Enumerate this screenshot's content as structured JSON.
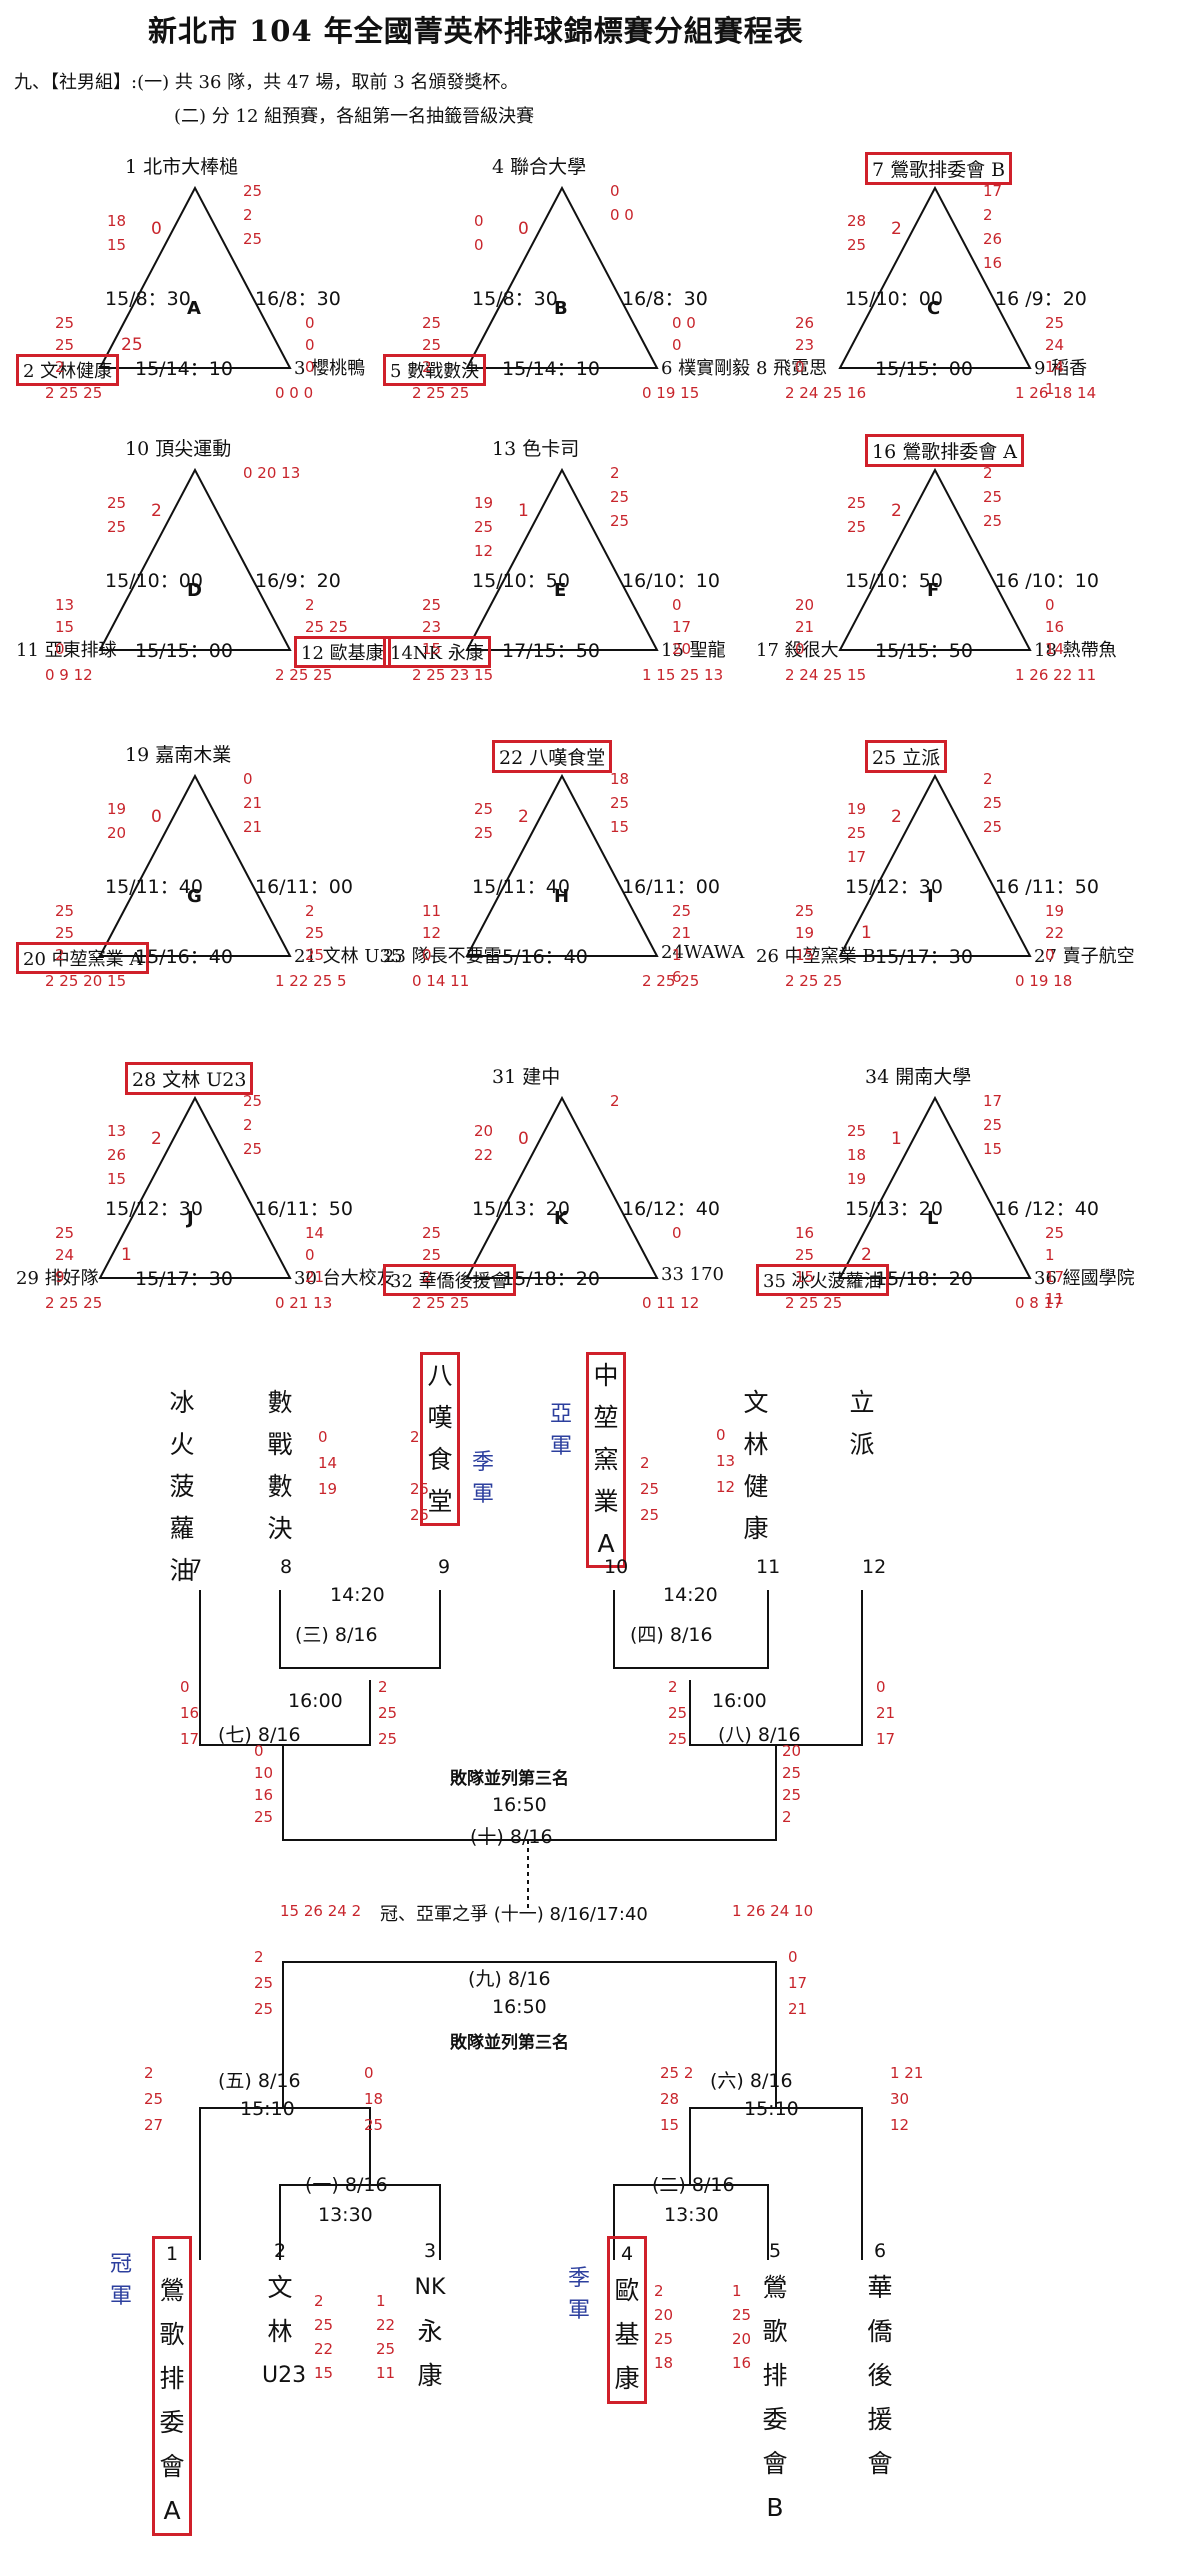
{
  "header": {
    "title": "新北市 104 年全國菁英杯排球錦標賽分組賽程表",
    "line1": "九、【社男組】:(一) 共 36 隊，共 47 場，取前 3 名頒發獎杯。",
    "line2": "(二) 分 12 組預賽，各組第一名抽籤晉級決賽"
  },
  "groups": [
    {
      "letter": "A",
      "top": "1 北市大棒槌",
      "left": "2 文林健康",
      "right": "3 櫻桃鴨",
      "tl": "15/8：30",
      "tr": "16/8：30",
      "bottom": "15/14：10",
      "s_tl": [
        "18",
        "15"
      ],
      "s_tl2": "0",
      "s_tr": [
        "25",
        "2",
        "25"
      ],
      "s_lb": [
        "25",
        "25",
        "2"
      ],
      "s_rb": [
        "0",
        "0",
        "0"
      ],
      "s_bl": "2 25 25",
      "s_br": "0 0 0",
      "s_l2": "25"
    },
    {
      "letter": "B",
      "top": "4 聯合大學",
      "left": "5 數戰數決",
      "right": "6 樸實剛毅",
      "tl": "15/8：30",
      "tr": "16/8：30",
      "bottom": "15/14：10",
      "s_tl": [
        "0",
        "0"
      ],
      "s_tl2": "0",
      "s_tr": [
        "0",
        "0 0"
      ],
      "s_lb": [
        "25",
        "25",
        "2"
      ],
      "s_rb": [
        "0 0",
        "0"
      ],
      "s_bl": "2 25 25",
      "s_br": "0 19 15",
      "s_l2": ""
    },
    {
      "letter": "C",
      "top": "7 鶯歌排委會 B",
      "left": "8 飛霓思",
      "right": "9 稻香",
      "tl": "15/10：00",
      "tr": "16 /9：20",
      "bottom": "15/15：00",
      "s_tl": [
        "28",
        "25"
      ],
      "s_tl2": "2",
      "s_tr": [
        "17",
        "2",
        "26",
        "16"
      ],
      "s_lb": [
        "26",
        "23",
        "0"
      ],
      "s_rb": [
        "25",
        "24",
        "14",
        "1"
      ],
      "s_bl": "2 24 25 16",
      "s_br": "1 26 18 14",
      "s_l2": ""
    },
    {
      "letter": "D",
      "top": "10 頂尖運動",
      "left": "11 亞東排球",
      "right": "12 歐基康",
      "tl": "15/10：00",
      "tr": "16/9：20",
      "bottom": "15/15：00",
      "s_tl": [
        "25",
        "25"
      ],
      "s_tl2": "2",
      "s_tr": [
        "0 20 13"
      ],
      "s_lb": [
        "13",
        "15",
        "0"
      ],
      "s_rb": [
        "2",
        "25 25"
      ],
      "s_bl": "0 9 12",
      "s_br": "2 25 25",
      "s_l2": ""
    },
    {
      "letter": "E",
      "top": "13 色卡司",
      "left": "14NK 永康",
      "right": "15 聖龍",
      "tl": "15/10：50",
      "tr": "16/10：10",
      "bottom": "17/15：50",
      "s_tl": [
        "19",
        "25",
        "12"
      ],
      "s_tl2": "1",
      "s_tr": [
        "2",
        "25",
        "25"
      ],
      "s_lb": [
        "25",
        "23",
        "15"
      ],
      "s_rb": [
        "0",
        "17",
        "20"
      ],
      "s_bl": "2 25 23 15",
      "s_br": "1 15 25 13",
      "s_l2": ""
    },
    {
      "letter": "F",
      "top": "16 鶯歌排委會 A",
      "left": "17 殺很大",
      "right": "18 熱帶魚",
      "tl": "15/10：50",
      "tr": "16 /10：10",
      "bottom": "15/15：50",
      "s_tl": [
        "25",
        "25"
      ],
      "s_tl2": "2",
      "s_tr": [
        "2",
        "25",
        "25"
      ],
      "s_lb": [
        "20",
        "21",
        "0"
      ],
      "s_rb": [
        "0",
        "16",
        "14"
      ],
      "s_bl": "2 24 25 15",
      "s_br": "1 26 22 11",
      "s_l2": ""
    },
    {
      "letter": "G",
      "top": "19 嘉南木業",
      "left": "20 中堃窯業 A",
      "right": "21 文林 U35",
      "tl": "15/11：40",
      "tr": "16/11：00",
      "bottom": "15/16：40",
      "s_tl": [
        "19",
        "20"
      ],
      "s_tl2": "0",
      "s_tr": [
        "0",
        "21",
        "21"
      ],
      "s_lb": [
        "25",
        "25",
        "2"
      ],
      "s_rb": [
        "2",
        "25",
        "25"
      ],
      "s_bl": "2 25 20 15",
      "s_br": "1 22 25 5",
      "s_l2": ""
    },
    {
      "letter": "H",
      "top": "22 八嘆食堂",
      "left": "23 隊長不要雷",
      "right": "24WAWA",
      "tl": "15/11：40",
      "tr": "16/11：00",
      "bottom": "5/16：40",
      "s_tl": [
        "25",
        "25"
      ],
      "s_tl2": "2",
      "s_tr": [
        "18",
        "25",
        "15"
      ],
      "s_lb": [
        "11",
        "12",
        "0"
      ],
      "s_rb": [
        "25",
        "21",
        "1",
        "6"
      ],
      "s_bl": "0 14 11",
      "s_br": "2 25 25",
      "s_l2": ""
    },
    {
      "letter": "I",
      "top": "25 立派",
      "left": "26 中堃窯業 B",
      "right": "27 賣子航空",
      "tl": "15/12：30",
      "tr": "16 /11：50",
      "bottom": "15/17：30",
      "s_tl": [
        "19",
        "25",
        "17"
      ],
      "s_tl2": "2",
      "s_tr": [
        "2",
        "25",
        "25"
      ],
      "s_lb": [
        "25",
        "19",
        "15"
      ],
      "s_rb": [
        "19",
        "22",
        "0"
      ],
      "s_bl": "2 25 25",
      "s_br": "0 19 18",
      "s_l2": "1"
    },
    {
      "letter": "J",
      "top": "28 文林 U23",
      "left": "29 排好隊",
      "right": "30 台大校友",
      "tl": "15/12：30",
      "tr": "16/11：50",
      "bottom": "15/17：30",
      "s_tl": [
        "13",
        "26",
        "15"
      ],
      "s_tl2": "2",
      "s_tr": [
        "25",
        "2",
        "25"
      ],
      "s_lb": [
        "25",
        "24",
        "9"
      ],
      "s_rb": [
        "14",
        "0",
        "21"
      ],
      "s_bl": "2 25 25",
      "s_br": "0 21 13",
      "s_l2": "1"
    },
    {
      "letter": "K",
      "top": "31 建中",
      "left": "32 華僑後援會",
      "right": "33 170",
      "tl": "15/13：20",
      "tr": "16/12：40",
      "bottom": "15/18：20",
      "s_tl": [
        "20",
        "22"
      ],
      "s_tl2": "0",
      "s_tr": [
        "2"
      ],
      "s_lb": [
        "25",
        "25",
        "2"
      ],
      "s_rb": [
        "0"
      ],
      "s_bl": "2 25 25",
      "s_br": "0 11 12",
      "s_l2": ""
    },
    {
      "letter": "L",
      "top": "34 開南大學",
      "left": "35 冰火菠蘿油",
      "right": "36 經國學院",
      "tl": "15/13：20",
      "tr": "16 /12：40",
      "bottom": "15/18：20",
      "s_tl": [
        "25",
        "18",
        "19"
      ],
      "s_tl2": "1",
      "s_tr": [
        "17",
        "25",
        "15"
      ],
      "s_lb": [
        "16",
        "25",
        "15"
      ],
      "s_rb": [
        "25",
        "1",
        "17",
        "11"
      ],
      "s_bl": "2 25 25",
      "s_br": "0 8 17",
      "s_l2": "2"
    }
  ],
  "upper": {
    "teams": [
      {
        "num": "7",
        "name": [
          "冰",
          "火",
          "菠",
          "蘿",
          "油"
        ],
        "box": false
      },
      {
        "num": "8",
        "name": [
          "數",
          "戰",
          "數",
          "決"
        ],
        "box": false
      },
      {
        "num": "9",
        "name": [
          "八",
          "嘆",
          "食",
          "堂"
        ],
        "box": true
      },
      {
        "num": "10",
        "name": [
          "中",
          "堃",
          "窯",
          "業",
          "A"
        ],
        "box": true
      },
      {
        "num": "11",
        "name": [
          "文",
          "林",
          "健",
          "康"
        ],
        "box": false
      },
      {
        "num": "12",
        "name": [
          "立",
          "派"
        ],
        "box": false
      }
    ],
    "third_label": [
      "季",
      "軍"
    ],
    "second_label": [
      "亞",
      "軍"
    ],
    "m3_time": "14:20",
    "m3_date": "(三) 8/16",
    "m4_time": "14:20",
    "m4_date": "(四) 8/16",
    "m7_time": "16:00",
    "m7_date": "(七) 8/16",
    "m8_time": "16:00",
    "m8_date": "(八) 8/16",
    "m10_label": "敗隊並列第三名",
    "m10_time": "16:50",
    "m10_date": "(十) 8/16",
    "final": "冠、亞軍之爭 (十一) 8/16/17:40",
    "final_left": "15 26 24 2",
    "final_right": "1 26 24 10"
  },
  "lower": {
    "teams": [
      {
        "num": "1",
        "name": [
          "鶯",
          "歌",
          "排",
          "委",
          "會",
          "A"
        ],
        "box": true
      },
      {
        "num": "2",
        "name": [
          "文",
          "林",
          "U23"
        ],
        "box": false
      },
      {
        "num": "3",
        "name": [
          "NK",
          "永",
          "康"
        ],
        "box": false
      },
      {
        "num": "4",
        "name": [
          "歐",
          "基",
          "康"
        ],
        "box": true
      },
      {
        "num": "5",
        "name": [
          "鶯",
          "歌",
          "排",
          "委",
          "會",
          "B"
        ],
        "box": false
      },
      {
        "num": "6",
        "name": [
          "華",
          "僑",
          "後",
          "援",
          "會"
        ],
        "box": false
      }
    ],
    "champ_label": [
      "冠",
      "軍"
    ],
    "third_label": [
      "季",
      "軍"
    ],
    "m9_date": "(九) 8/16",
    "m9_time": "16:50",
    "m9_label": "敗隊並列第三名",
    "m5_date": "(五) 8/16",
    "m5_time": "15:10",
    "m6_date": "(六) 8/16",
    "m6_time": "15:10",
    "m1_date": "(一) 8/16",
    "m1_time": "13:30",
    "m2_date": "(二) 8/16",
    "m2_time": "13:30"
  },
  "scores": {
    "u8": [
      "0",
      "14",
      "19"
    ],
    "u9": [
      "2",
      "",
      "25",
      "25"
    ],
    "u10": [
      "2",
      "25",
      "25"
    ],
    "u11": [
      "0",
      "13",
      "12"
    ],
    "u7b": [
      "0",
      "16",
      "17"
    ],
    "u9b": [
      "2",
      "25",
      "25"
    ],
    "u10b": [
      "2",
      "25",
      "25"
    ],
    "u12b": [
      "0",
      "21",
      "17"
    ],
    "u7c": [
      "0",
      "10",
      "16",
      "25"
    ],
    "u12c": [
      "20",
      "25",
      "25",
      "2"
    ],
    "l9l": [
      "2",
      "25",
      "25"
    ],
    "l9r": [
      "0",
      "17",
      "21"
    ],
    "l5l": [
      "2",
      "25",
      "27"
    ],
    "l5r": [
      "0",
      "18",
      "25"
    ],
    "l6l": [
      "25 2",
      "28",
      "15"
    ],
    "l6r": [
      "1 21",
      "30",
      "12"
    ],
    "l2": [
      "2",
      "25",
      "22",
      "15"
    ],
    "l3": [
      "1",
      "22",
      "25",
      "11"
    ],
    "l4": [
      "2",
      "20",
      "25",
      "18"
    ],
    "l5": [
      "1",
      "25",
      "20",
      "16"
    ]
  }
}
